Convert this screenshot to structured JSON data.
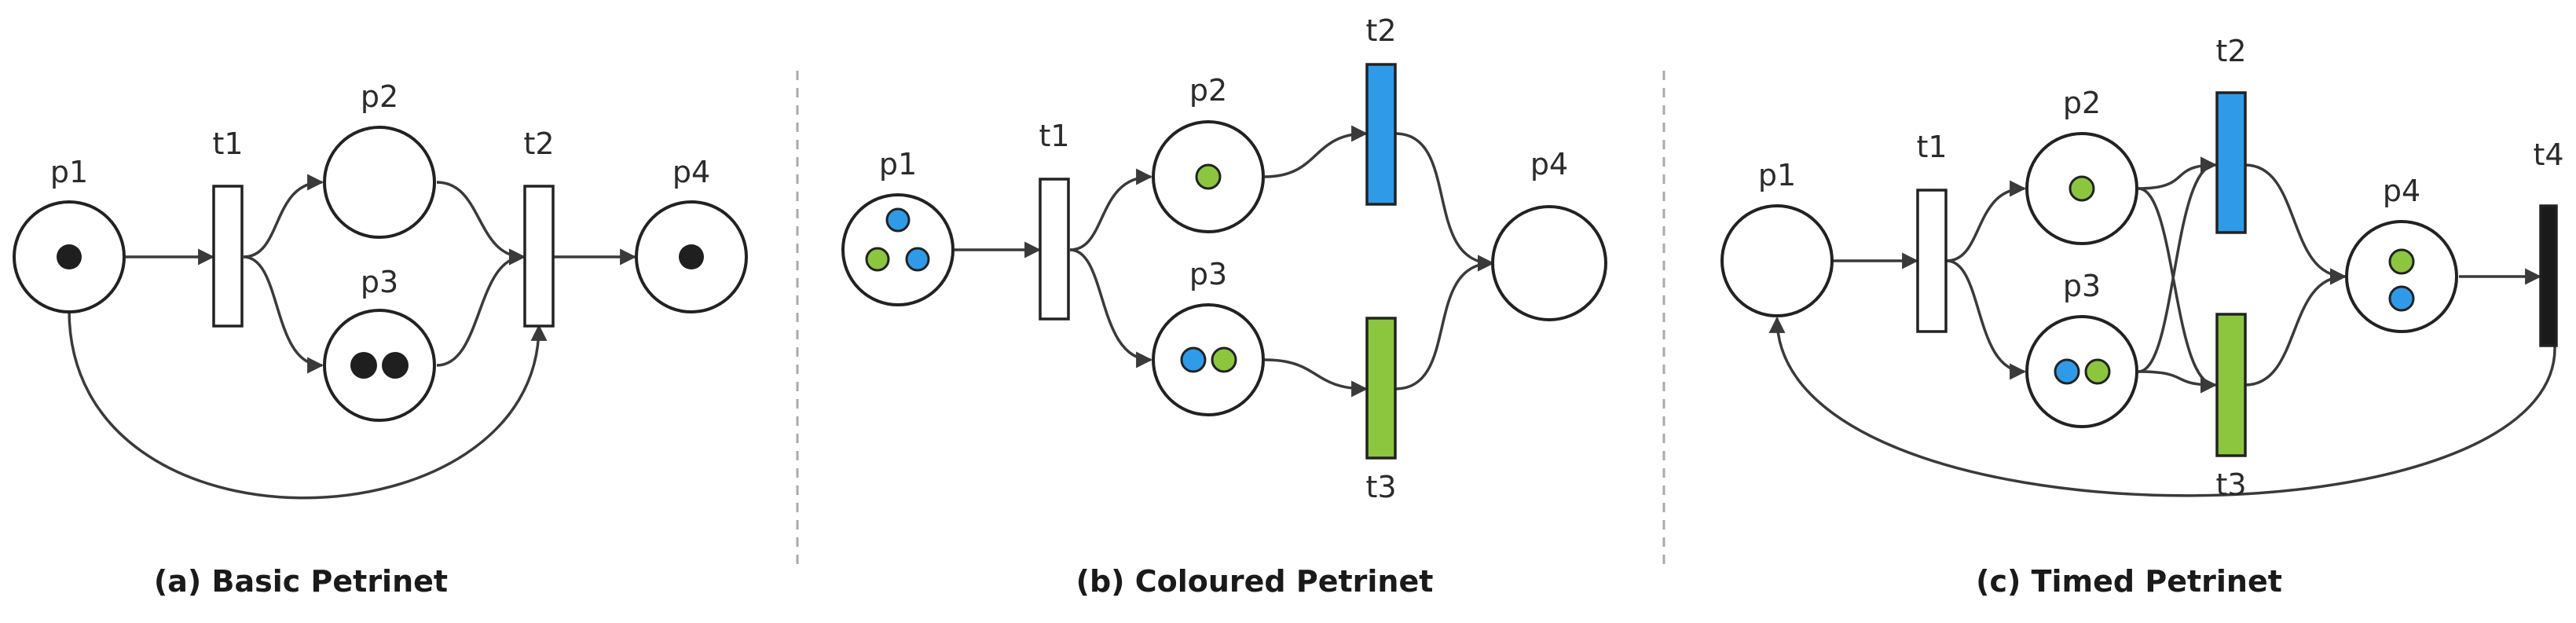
{
  "colors": {
    "black_token": "#1f1f1f",
    "blue": "#2f9be8",
    "green": "#8cc63f",
    "white_fill": "#ffffff",
    "timed_black": "#1a1a1a"
  },
  "panel_a": {
    "caption": "(a) Basic Petrinet",
    "p1": "p1",
    "p2": "p2",
    "p3": "p3",
    "p4": "p4",
    "t1": "t1",
    "t2": "t2"
  },
  "panel_b": {
    "caption": "(b) Coloured Petrinet",
    "p1": "p1",
    "p2": "p2",
    "p3": "p3",
    "p4": "p4",
    "t1": "t1",
    "t2": "t2",
    "t3": "t3"
  },
  "panel_c": {
    "caption": "(c) Timed Petrinet",
    "p1": "p1",
    "p2": "p2",
    "p3": "p3",
    "p4": "p4",
    "t1": "t1",
    "t2": "t2",
    "t3": "t3",
    "t4": "t4"
  }
}
